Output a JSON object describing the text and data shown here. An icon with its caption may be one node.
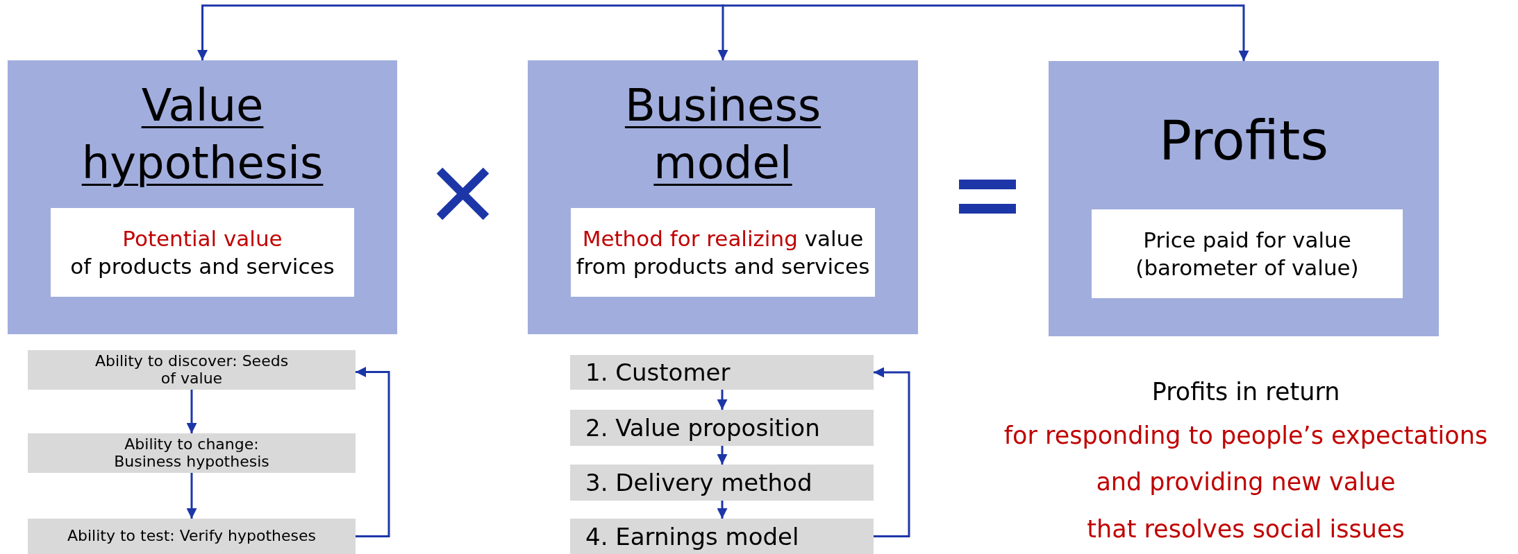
{
  "diagram": {
    "nodes": [
      {
        "text": [
          "Value hypothesis"
        ]
      },
      {
        "text": [
          "**Potential value**",
          "of products and services"
        ],
        "in": 0
      },
      {
        "text": [
          "Business model"
        ]
      },
      {
        "text": [
          "**Method for realizing** value from products and services"
        ],
        "in": 2
      },
      {
        "text": [
          "Profits"
        ]
      },
      {
        "text": [
          "Price paid for value (barometer of value)"
        ],
        "in": 4
      },
      {
        "text": [
          "Ability to discover: Seeds of value"
        ]
      },
      {
        "text": [
          "Ability to change: Business hypothesis"
        ]
      },
      {
        "text": [
          "Ability to test: Verify hypotheses"
        ]
      },
      {
        "text": [
          "1. Customer"
        ]
      },
      {
        "text": [
          "2. Value proposition"
        ]
      },
      {
        "text": [
          "3. Delivery method"
        ]
      },
      {
        "text": [
          "4. Earnings model"
        ]
      }
    ],
    "edges": [
      {
        "from": null,
        "to": 0,
        "arrow": "to"
      },
      {
        "from": null,
        "to": 2,
        "arrow": "to"
      },
      {
        "from": null,
        "to": 4,
        "arrow": "to"
      },
      {
        "from": 6,
        "to": 7,
        "arrow": "to"
      },
      {
        "from": 7,
        "to": 8,
        "arrow": "to"
      },
      {
        "from": 8,
        "to": 6,
        "arrow": "to"
      },
      {
        "from": 9,
        "to": 10,
        "arrow": "to"
      },
      {
        "from": 10,
        "to": 11,
        "arrow": "to"
      },
      {
        "from": 11,
        "to": 12,
        "arrow": "to"
      },
      {
        "from": 12,
        "to": 9,
        "arrow": "to"
      }
    ],
    "labels": [
      "Profits in return",
      "for responding to people’s expectations",
      "and providing new value",
      "that resolves social issues"
    ]
  }
}
